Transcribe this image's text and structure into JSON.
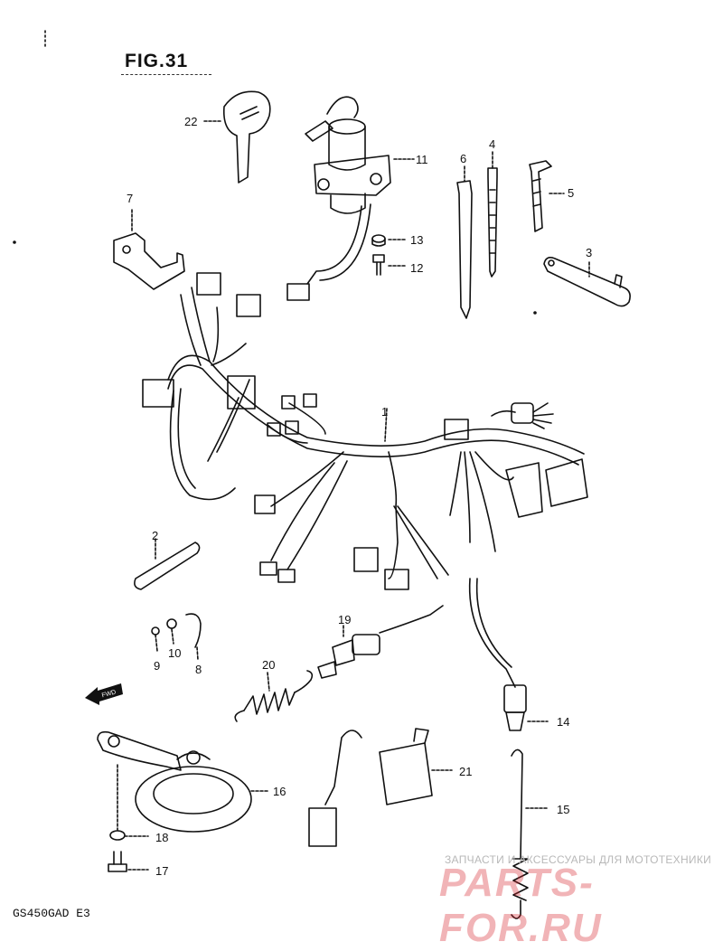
{
  "figure": {
    "title": "FIG.31",
    "model_code": "GS450GAD E3"
  },
  "callouts": {
    "c1": "1",
    "c2": "2",
    "c3": "3",
    "c4": "4",
    "c5": "5",
    "c6": "6",
    "c7": "7",
    "c8": "8",
    "c9": "9",
    "c10": "10",
    "c11": "11",
    "c12": "12",
    "c13": "13",
    "c14": "14",
    "c15": "15",
    "c16": "16",
    "c17": "17",
    "c18": "18",
    "c19": "19",
    "c20": "20",
    "c21": "21",
    "c22": "22"
  },
  "direction_marker": "FWD",
  "watermark": {
    "line1": "ЗАПЧАСТИ И АКСЕССУАРЫ ДЛЯ МОТОТЕХНИКИ",
    "line2": "PARTS-FOR.RU"
  }
}
